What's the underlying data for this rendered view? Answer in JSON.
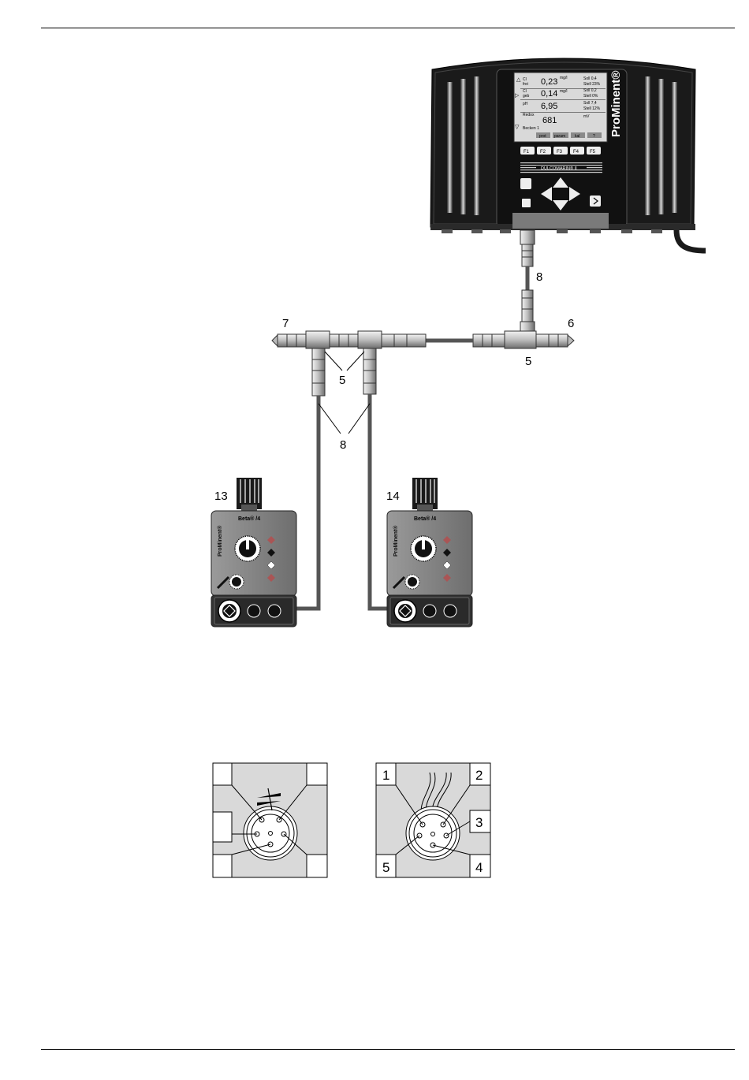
{
  "callouts": {
    "n7": "7",
    "n6": "6",
    "n8_top": "8",
    "n5_right": "5",
    "n5_left": "5",
    "n8_bottom": "8",
    "n13": "13",
    "n14": "14"
  },
  "controller": {
    "brand": "ProMinent®",
    "model_label": "DULCOMARIN® II",
    "display": {
      "rows": [
        {
          "param": "Cl",
          "sub": "frei",
          "value": "0,23",
          "unit": "mg/l",
          "set": "Soll 0,4",
          "out": "Stell 23%"
        },
        {
          "param": "Cl",
          "sub": "geb",
          "value": "0,14",
          "unit": "mg/l",
          "set": "Soll 0,2",
          "out": "Stell 0%"
        },
        {
          "param": "pH",
          "sub": "",
          "value": "6,95",
          "unit": "",
          "set": "Soll 7,4",
          "out": "Stell 12%"
        },
        {
          "param": "Redox",
          "sub": "",
          "value": "681",
          "unit": "mV",
          "set": "",
          "out": ""
        }
      ],
      "pool": "Becken 1",
      "softkeys": [
        "prot",
        "param",
        "kal",
        "?"
      ]
    },
    "fkeys": [
      "F1",
      "F2",
      "F3",
      "F4",
      "F5"
    ]
  },
  "pump": {
    "brand": "ProMinent®",
    "model": "Beta® /4"
  },
  "socket_pins": [
    "1",
    "2",
    "3",
    "4",
    "5"
  ]
}
